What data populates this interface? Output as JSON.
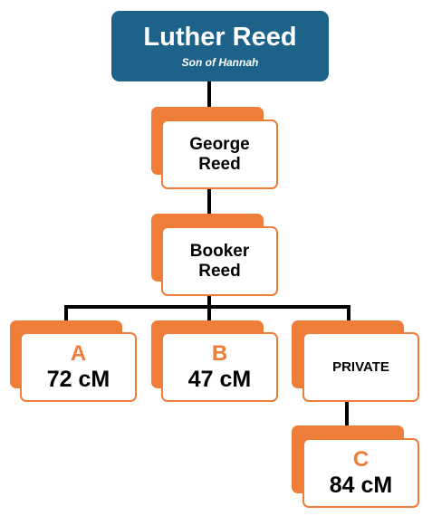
{
  "colors": {
    "root_fill": "#1d6389",
    "accent": "#ee7d37",
    "connector": "#000000"
  },
  "root": {
    "name": "Luther Reed",
    "subtitle": "Son of Hannah"
  },
  "ancestors": [
    {
      "line1": "George",
      "line2": "Reed"
    },
    {
      "line1": "Booker",
      "line2": "Reed"
    }
  ],
  "children": [
    {
      "letter": "A",
      "cm": "72 cM"
    },
    {
      "letter": "B",
      "cm": "47 cM"
    },
    {
      "label": "PRIVATE"
    }
  ],
  "grandchild": {
    "letter": "C",
    "cm": "84 cM"
  }
}
